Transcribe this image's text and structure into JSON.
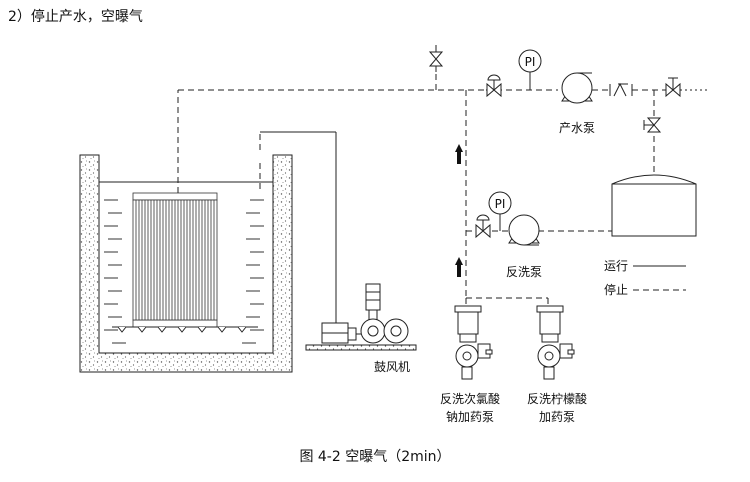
{
  "heading": "2）停止产水，空曝气",
  "caption": "图 4-2  空曝气（2min）",
  "labels": {
    "pi_gauge": "PI",
    "product_pump": "产水泵",
    "backwash_pump": "反洗泵",
    "blower": "鼓风机",
    "hypochlorite_pump_line1": "反洗次氯酸",
    "hypochlorite_pump_line2": "钠加药泵",
    "citric_pump_line1": "反洗柠檬酸",
    "citric_pump_line2": "加药泵"
  },
  "legend": [
    {
      "label": "运行",
      "style": "solid"
    },
    {
      "label": "停止",
      "style": "dashed"
    }
  ]
}
